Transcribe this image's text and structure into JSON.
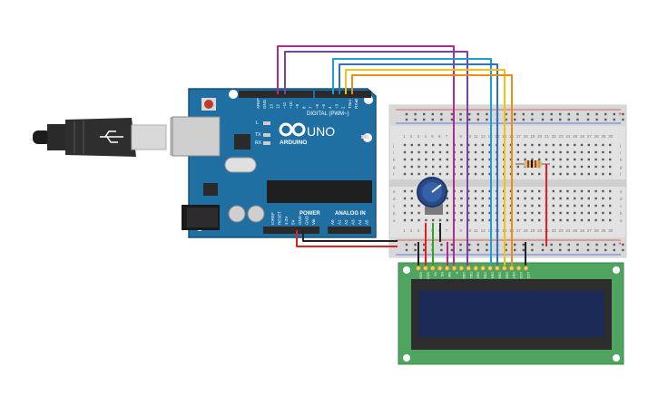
{
  "colors": {
    "arduino_board": "#1f6fa3",
    "breadboard": "#e2e2e2",
    "lcd_pcb": "#4fa55f",
    "lcd_screen": "#1b2a57",
    "wire_magenta": "#b52a8f",
    "wire_purple": "#7b3fa8",
    "wire_cyan": "#1a9fd6",
    "wire_blue": "#2a72c4",
    "wire_yellow": "#f2c018",
    "wire_orange": "#f08a10",
    "wire_red": "#e02020",
    "wire_black": "#222222",
    "wire_green": "#2da52d",
    "potentiometer": "#2b4a8a"
  },
  "arduino": {
    "brand": "ARDUINO",
    "model": "UNO",
    "digital_header": "DIGITAL (PWM~)",
    "power_header": "POWER",
    "analog_header": "ANALOG IN",
    "on_label": "ON",
    "led_l": "L",
    "led_tx": "TX",
    "led_rx": "RX",
    "digital_pins": [
      "AREF",
      "GND",
      "13",
      "12",
      "~11",
      "~10",
      "~9",
      "8",
      "7",
      "~6",
      "~5",
      "4",
      "~3",
      "2",
      "TX▸1",
      "RX◂0"
    ],
    "power_pins": [
      "IOREF",
      "RESET",
      "3.3V",
      "5V",
      "GND",
      "GND",
      "Vin"
    ],
    "analog_pins": [
      "A0",
      "A1",
      "A2",
      "A3",
      "A4",
      "A5"
    ]
  },
  "breadboard": {
    "row_letters_top": [
      "j",
      "i",
      "h",
      "g",
      "f"
    ],
    "row_letters_bottom": [
      "e",
      "d",
      "c",
      "b",
      "a"
    ],
    "column_numbers": [
      "1",
      "2",
      "3",
      "4",
      "5",
      "6",
      "7",
      "8",
      "9",
      "10",
      "11",
      "12",
      "13",
      "14",
      "15",
      "16",
      "17",
      "18",
      "19",
      "20",
      "21",
      "22",
      "23",
      "24",
      "25",
      "26",
      "27",
      "28",
      "29",
      "30"
    ],
    "rail_plus": "+",
    "rail_minus": "-"
  },
  "lcd": {
    "pins": [
      "VSS",
      "VDD",
      "V0",
      "RS",
      "RW",
      "E",
      "DB0",
      "DB1",
      "DB2",
      "DB3",
      "DB4",
      "DB5",
      "DB6",
      "DB7",
      "LED",
      "LED"
    ]
  }
}
